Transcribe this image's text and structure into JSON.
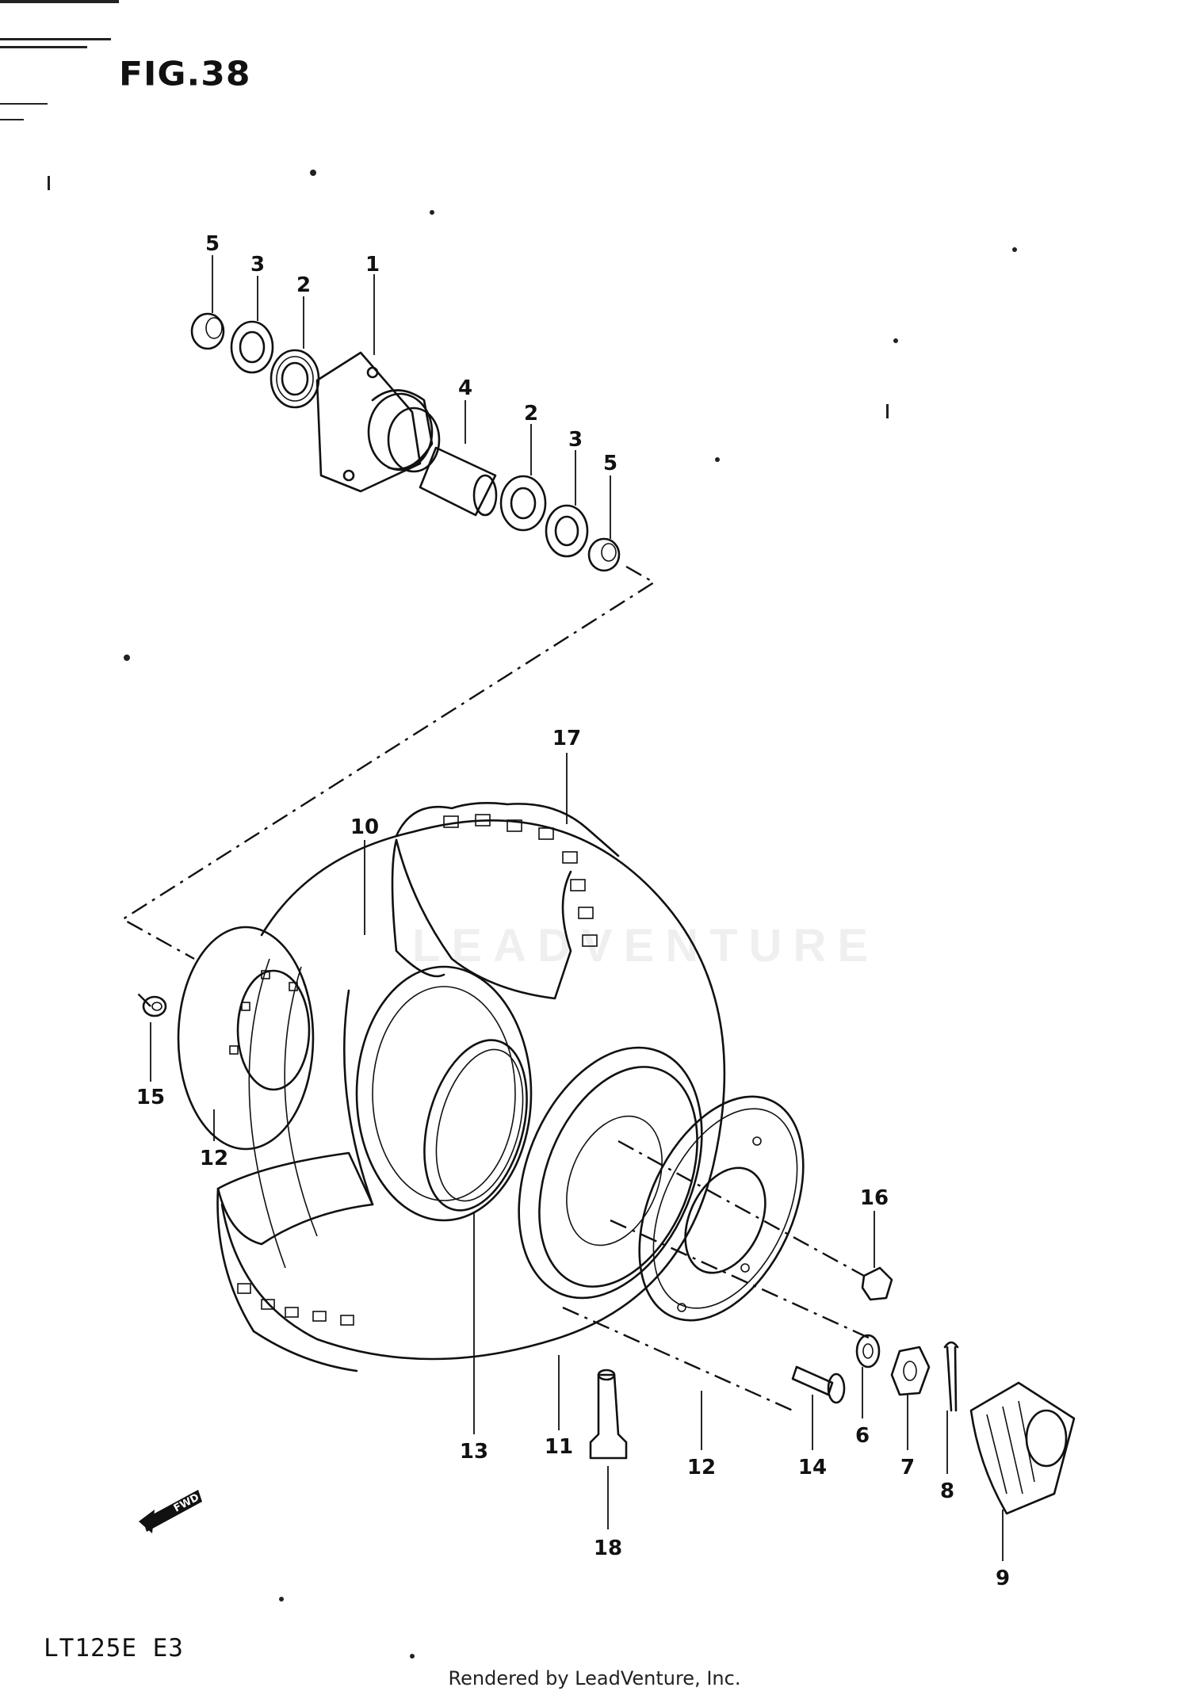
{
  "figure": {
    "title": "FIG.38",
    "model": "LT125E  E3",
    "credit": "Rendered by LeadVenture, Inc.",
    "watermark": "LEADVENTURE"
  },
  "callouts": [
    {
      "id": "c1",
      "label": "1"
    },
    {
      "id": "c2a",
      "label": "2"
    },
    {
      "id": "c2b",
      "label": "2"
    },
    {
      "id": "c3a",
      "label": "3"
    },
    {
      "id": "c3b",
      "label": "3"
    },
    {
      "id": "c4",
      "label": "4"
    },
    {
      "id": "c5a",
      "label": "5"
    },
    {
      "id": "c5b",
      "label": "5"
    },
    {
      "id": "c6",
      "label": "6"
    },
    {
      "id": "c7",
      "label": "7"
    },
    {
      "id": "c8",
      "label": "8"
    },
    {
      "id": "c9",
      "label": "9"
    },
    {
      "id": "c10",
      "label": "10"
    },
    {
      "id": "c11",
      "label": "11"
    },
    {
      "id": "c12a",
      "label": "12"
    },
    {
      "id": "c12b",
      "label": "12"
    },
    {
      "id": "c13",
      "label": "13"
    },
    {
      "id": "c14",
      "label": "14"
    },
    {
      "id": "c15",
      "label": "15"
    },
    {
      "id": "c16",
      "label": "16"
    },
    {
      "id": "c17",
      "label": "17"
    },
    {
      "id": "c18",
      "label": "18"
    }
  ],
  "fwd_arrow": {
    "label": "FWD",
    "icon": "fwd-arrow-icon"
  }
}
